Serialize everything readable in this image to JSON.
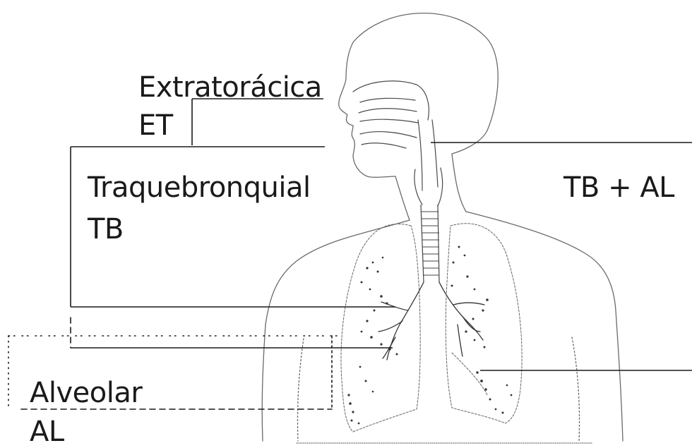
{
  "labels": {
    "extratoracica": "Extratorácica",
    "et": "ET",
    "traquebronquial": "Traquebronquial",
    "tb": "TB",
    "tb_al": "TB + AL",
    "alveolar": "Alveolar",
    "al": "AL"
  },
  "colors": {
    "line": "#1a1a1a",
    "sketch": "#555555",
    "background": "#ffffff"
  }
}
